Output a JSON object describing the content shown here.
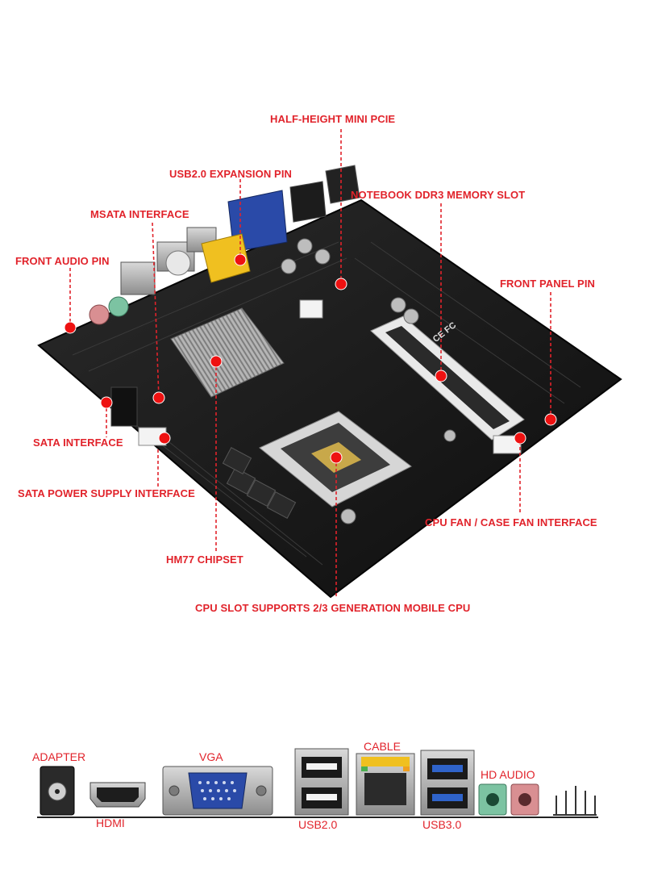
{
  "colors": {
    "label_red": "#e1232b",
    "board_black": "#141414",
    "marker_red": "#ee1111",
    "vga_blue": "#2a4aa8",
    "usb3_blue": "#2f63c9",
    "audio_green": "#7cc3a2",
    "audio_pink": "#d98f92",
    "bracket_yellow": "#f0c020"
  },
  "callouts": {
    "half_height_mini_pcie": "HALF-HEIGHT MINI PCIE",
    "usb2_expansion_pin": "USB2.0 EXPANSION PIN",
    "notebook_ddr3_memory_slot": "NOTEBOOK DDR3 MEMORY SLOT",
    "msata_interface": "MSATA INTERFACE",
    "front_audio_pin": "FRONT AUDIO PIN",
    "front_panel_pin": "FRONT PANEL PIN",
    "sata_interface": "SATA INTERFACE",
    "sata_power_supply_interface": "SATA POWER SUPPLY INTERFACE",
    "cpu_fan_case_fan_interface": "CPU FAN / CASE FAN INTERFACE",
    "hm77_chipset": "HM77 CHIPSET",
    "cpu_slot": "CPU SLOT SUPPORTS 2/3 GENERATION MOBILE CPU"
  },
  "io_panel": {
    "adapter": "ADAPTER",
    "hdmi": "HDMI",
    "vga": "VGA",
    "usb2": "USB2.0",
    "cable": "CABLE",
    "usb3": "USB3.0",
    "hd_audio": "HD AUDIO"
  },
  "board_marks": {
    "ce_fcc": "CE FC"
  },
  "icons": [
    "marker-dot",
    "dc-jack-icon",
    "hdmi-port-icon",
    "vga-port-icon",
    "usb2-port-icon",
    "rj45-port-icon",
    "usb3-port-icon",
    "audio-jack-icon",
    "pin-header-icon"
  ]
}
